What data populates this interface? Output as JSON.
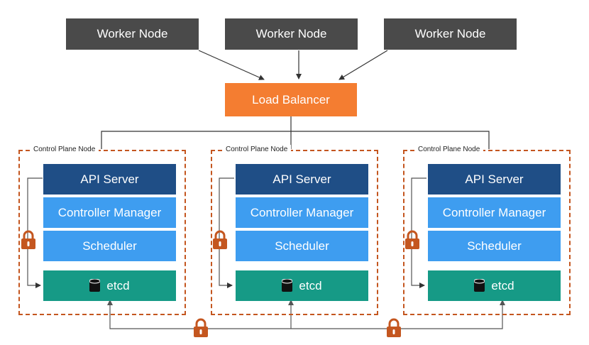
{
  "workers": [
    {
      "label": "Worker Node"
    },
    {
      "label": "Worker Node"
    },
    {
      "label": "Worker Node"
    }
  ],
  "load_balancer": {
    "label": "Load Balancer"
  },
  "control_planes": [
    {
      "label": "Control Plane Node",
      "api": "API Server",
      "controller": "Controller Manager",
      "scheduler": "Scheduler",
      "etcd": "etcd"
    },
    {
      "label": "Control Plane Node",
      "api": "API Server",
      "controller": "Controller Manager",
      "scheduler": "Scheduler",
      "etcd": "etcd"
    },
    {
      "label": "Control Plane Node",
      "api": "API Server",
      "controller": "Controller Manager",
      "scheduler": "Scheduler",
      "etcd": "etcd"
    }
  ],
  "colors": {
    "worker": "#4a4a4a",
    "load_balancer": "#f47d31",
    "api_server": "#1f4e86",
    "controller_scheduler": "#3e9df0",
    "etcd": "#169a86",
    "dashed_border": "#c4561f",
    "lock": "#c4561f"
  },
  "icons": {
    "etcd": "database-icon",
    "secure": "lock-icon"
  }
}
